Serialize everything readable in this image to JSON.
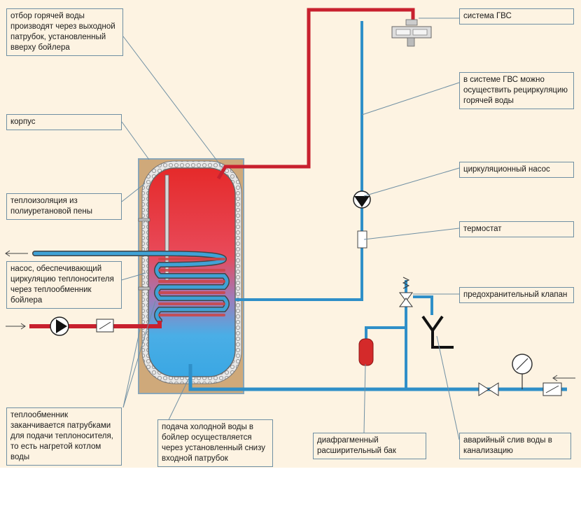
{
  "labels": {
    "hot_outlet": "отбор горячей воды производят через выходной патрубок, установленный вверху бойлера",
    "body": "корпус",
    "insulation": "теплоизоляция из полиуретановой пены",
    "pump": "насос, обеспечивающий циркуляцию теплоносителя через теплообменник бойлера",
    "exchanger_ends": "теплообменник заканчивается патрубками для подачи теплоносителя, то есть нагретой котлом воды",
    "cold_inlet": "подача холодной воды в бойлер осуществляется через установленный снизу входной патрубок",
    "exp_tank": "диафрагменный расширительный бак",
    "drain": "аварийный слив воды в канализацию",
    "dhw": "система ГВС",
    "recirc": "в системе ГВС можно осуществить рециркуляцию горячей воды",
    "circ_pump": "циркуляционный насос",
    "thermostat": "термостат",
    "safety_valve": "предохранительный клапан"
  },
  "colors": {
    "background": "#fdf3e2",
    "hot_pipe": "#c8202e",
    "cold_pipe": "#2f8fc8",
    "casing": "#cfa97a",
    "leader": "#6f8fa3"
  }
}
